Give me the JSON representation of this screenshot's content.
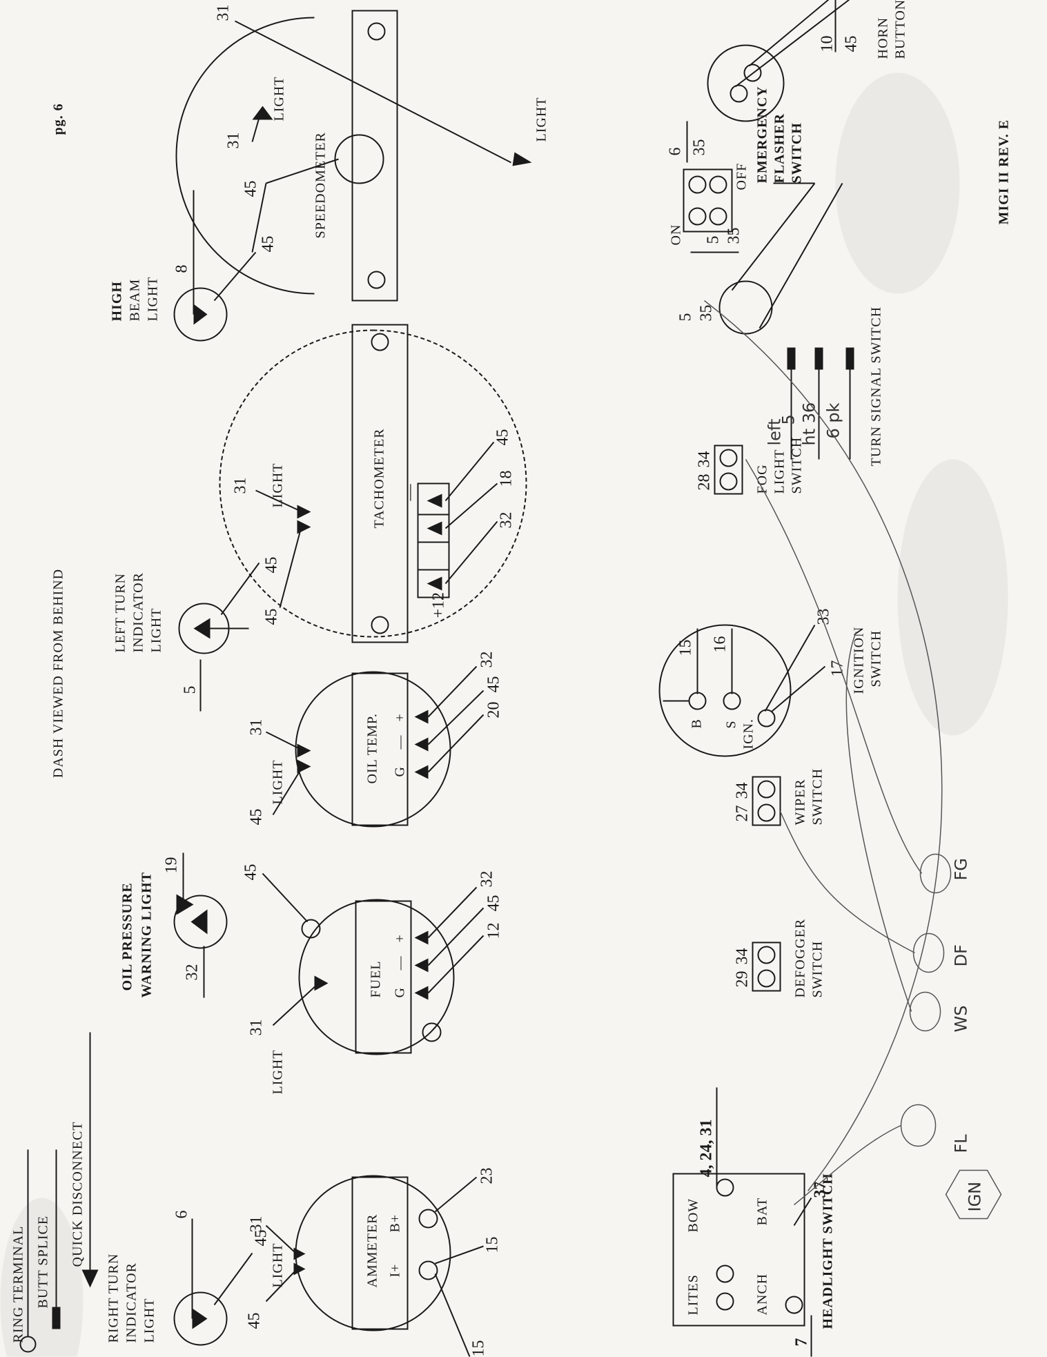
{
  "page_label": "pg. 6",
  "title": "DASH VIEWED FROM BEHIND",
  "footer": "MIGI II REV. E",
  "legend": {
    "ring_terminal": "RING TERMINAL",
    "butt_splice": "BUTT SPLICE",
    "quick_disconnect": "QUICK DISCONNECT"
  },
  "right_turn": {
    "label_line1": "RIGHT TURN",
    "label_line2": "INDICATOR",
    "label_line3": "LIGHT",
    "wire_top": "6",
    "wire_arrow": "45"
  },
  "oil_pressure": {
    "label_line1": "OIL PRESSURE",
    "label_line2": "WARNING LIGHT",
    "wire_left": "32",
    "wire_right": "19"
  },
  "left_turn": {
    "label_line1": "LEFT TURN",
    "label_line2": "INDICATOR",
    "label_line3": "LIGHT",
    "wire_top": "5",
    "wire_arrow": "45"
  },
  "high_beam": {
    "label_line1": "HIGH",
    "label_line2": "BEAM",
    "label_line3": "LIGHT",
    "wire_top": "8",
    "wire_arrow": "45"
  },
  "ammeter": {
    "name": "AMMETER",
    "light_label": "LIGHT",
    "t_left": "I+",
    "t_right": "B+",
    "w_light_a": "45",
    "w_light_b": "31",
    "w_t1": "15",
    "w_t2": "15",
    "w_t3": "23"
  },
  "fuel": {
    "name": "FUEL",
    "light_label": "LIGHT",
    "g": "G",
    "minus": "—",
    "plus": "+",
    "w_light": "31",
    "w_top": "45",
    "w_g": "12",
    "w_minus": "45",
    "w_plus": "32"
  },
  "oil_temp": {
    "name": "OIL TEMP.",
    "light_label": "LIGHT",
    "g": "G",
    "minus": "—",
    "plus": "+",
    "w_light_a": "45",
    "w_light_b": "31",
    "w_g": "20",
    "w_minus": "45",
    "w_plus": "32"
  },
  "tachometer": {
    "name": "TACHOMETER",
    "light_label": "LIGHT",
    "plus12": "+12",
    "minus": "—",
    "w_light_a": "45",
    "w_light_b": "31",
    "w_32": "32",
    "w_18": "18",
    "w_45": "45"
  },
  "speedometer": {
    "name": "SPEEDOMETER",
    "light_label_1": "LIGHT",
    "light_label_2": "LIGHT",
    "w_45": "45",
    "w_31a": "31",
    "w_31b": "31"
  },
  "headlight": {
    "name": "HEADLIGHT SWITCH",
    "lites": "LITES",
    "bow": "BOW",
    "anch": "ANCH",
    "bat": "BAT",
    "w_left": "7",
    "w_top": "4, 24, 31",
    "w_bat": "37"
  },
  "defogger": {
    "name_line1": "DEFOGGER",
    "name_line2": "SWITCH",
    "w_a": "29",
    "w_b": "34"
  },
  "wiper": {
    "name_line1": "WIPER",
    "name_line2": "SWITCH",
    "w_a": "27",
    "w_b": "34"
  },
  "ignition": {
    "name_line1": "IGNITION",
    "name_line2": "SWITCH",
    "b": "B",
    "s": "S",
    "ign": "IGN.",
    "w_15": "15",
    "w_16": "16",
    "w_33": "33",
    "w_17": "17"
  },
  "fog": {
    "name_line1": "FOG",
    "name_line2": "LIGHT",
    "name_line3": "SWITCH",
    "w_a": "28",
    "w_b": "34"
  },
  "turn_signal": {
    "name": "TURN SIGNAL SWITCH",
    "w_5": "5",
    "w_35": "35",
    "hw_left": "left",
    "hw_5": "5",
    "hw_36": "ht 36",
    "hw_6": "6 pk"
  },
  "flasher": {
    "name_line1": "EMERGENCY",
    "name_line2": "FLASHER",
    "name_line3": "SWITCH",
    "on": "ON",
    "off": "OFF",
    "w_5": "5",
    "w_35a": "35",
    "w_6": "6",
    "w_35b": "35"
  },
  "horn": {
    "name_line1": "HORN",
    "name_line2": "BUTTON",
    "w_10": "10",
    "w_45": "45"
  },
  "handwritten": {
    "ign": "IGN",
    "fl": "FL",
    "ws": "WS",
    "df": "DF",
    "fog": "FG"
  }
}
